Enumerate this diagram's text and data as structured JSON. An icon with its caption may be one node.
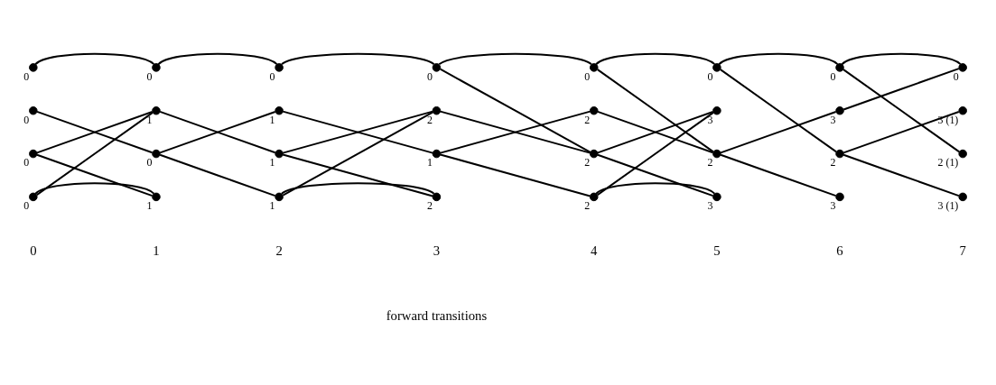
{
  "diagram": {
    "nodes": [
      {
        "text": [],
        "shape": "circle",
        "beside": [
          "0"
        ]
      },
      {
        "text": [],
        "shape": "circle",
        "beside": [
          "0"
        ]
      },
      {
        "text": [],
        "shape": "circle",
        "beside": [
          "0"
        ]
      },
      {
        "text": [],
        "shape": "circle",
        "beside": [
          "0"
        ]
      },
      {
        "text": [],
        "shape": "circle",
        "beside": [
          "0"
        ]
      },
      {
        "text": [],
        "shape": "circle",
        "beside": [
          "0"
        ]
      },
      {
        "text": [],
        "shape": "circle",
        "beside": [
          "0"
        ]
      },
      {
        "text": [],
        "shape": "circle",
        "beside": [
          "0"
        ]
      },
      {
        "text": [],
        "shape": "circle",
        "beside": [
          "0"
        ]
      },
      {
        "text": [],
        "shape": "circle",
        "beside": [
          "1"
        ]
      },
      {
        "text": [],
        "shape": "circle",
        "beside": [
          "1"
        ]
      },
      {
        "text": [],
        "shape": "circle",
        "beside": [
          "2"
        ]
      },
      {
        "text": [],
        "shape": "circle",
        "beside": [
          "2"
        ]
      },
      {
        "text": [],
        "shape": "circle",
        "beside": [
          "3"
        ]
      },
      {
        "text": [],
        "shape": "circle",
        "beside": [
          "3"
        ]
      },
      {
        "text": [],
        "shape": "circle",
        "beside": [
          "3 (1)"
        ]
      },
      {
        "text": [],
        "shape": "circle",
        "beside": [
          "0"
        ]
      },
      {
        "text": [],
        "shape": "circle",
        "beside": [
          "0"
        ]
      },
      {
        "text": [],
        "shape": "circle",
        "beside": [
          "1"
        ]
      },
      {
        "text": [],
        "shape": "circle",
        "beside": [
          "1"
        ]
      },
      {
        "text": [],
        "shape": "circle",
        "beside": [
          "2"
        ]
      },
      {
        "text": [],
        "shape": "circle",
        "beside": [
          "2"
        ]
      },
      {
        "text": [],
        "shape": "circle",
        "beside": [
          "2"
        ]
      },
      {
        "text": [],
        "shape": "circle",
        "beside": [
          "2 (1)"
        ]
      },
      {
        "text": [],
        "shape": "circle",
        "beside": [
          "0"
        ]
      },
      {
        "text": [],
        "shape": "circle",
        "beside": [
          "1"
        ]
      },
      {
        "text": [],
        "shape": "circle",
        "beside": [
          "1"
        ]
      },
      {
        "text": [],
        "shape": "circle",
        "beside": [
          "2"
        ]
      },
      {
        "text": [],
        "shape": "circle",
        "beside": [
          "2"
        ]
      },
      {
        "text": [],
        "shape": "circle",
        "beside": [
          "3"
        ]
      },
      {
        "text": [],
        "shape": "circle",
        "beside": [
          "3"
        ]
      },
      {
        "text": [],
        "shape": "circle",
        "beside": [
          "3 (1)"
        ]
      }
    ],
    "edges": [
      {
        "from": 0,
        "to": 1,
        "arrow": "none"
      },
      {
        "from": 1,
        "to": 2,
        "arrow": "none"
      },
      {
        "from": 2,
        "to": 3,
        "arrow": "none"
      },
      {
        "from": 3,
        "to": 4,
        "arrow": "none"
      },
      {
        "from": 4,
        "to": 5,
        "arrow": "none"
      },
      {
        "from": 5,
        "to": 6,
        "arrow": "none"
      },
      {
        "from": 6,
        "to": 7,
        "arrow": "none"
      },
      {
        "from": 8,
        "to": 17,
        "arrow": "none"
      },
      {
        "from": 16,
        "to": 9,
        "arrow": "none"
      },
      {
        "from": 16,
        "to": 25,
        "arrow": "none"
      },
      {
        "from": 24,
        "to": 9,
        "arrow": "none"
      },
      {
        "from": 24,
        "to": 25,
        "arrow": "none"
      },
      {
        "from": 9,
        "to": 18,
        "arrow": "none"
      },
      {
        "from": 17,
        "to": 10,
        "arrow": "none"
      },
      {
        "from": 17,
        "to": 26,
        "arrow": "none"
      },
      {
        "from": 10,
        "to": 19,
        "arrow": "none"
      },
      {
        "from": 18,
        "to": 11,
        "arrow": "none"
      },
      {
        "from": 18,
        "to": 27,
        "arrow": "none"
      },
      {
        "from": 26,
        "to": 11,
        "arrow": "none"
      },
      {
        "from": 26,
        "to": 27,
        "arrow": "none"
      },
      {
        "from": 3,
        "to": 20,
        "arrow": "none"
      },
      {
        "from": 11,
        "to": 20,
        "arrow": "none"
      },
      {
        "from": 19,
        "to": 12,
        "arrow": "none"
      },
      {
        "from": 19,
        "to": 28,
        "arrow": "none"
      },
      {
        "from": 4,
        "to": 21,
        "arrow": "none"
      },
      {
        "from": 12,
        "to": 21,
        "arrow": "none"
      },
      {
        "from": 20,
        "to": 13,
        "arrow": "none"
      },
      {
        "from": 20,
        "to": 29,
        "arrow": "none"
      },
      {
        "from": 28,
        "to": 13,
        "arrow": "none"
      },
      {
        "from": 28,
        "to": 29,
        "arrow": "none"
      },
      {
        "from": 5,
        "to": 22,
        "arrow": "none"
      },
      {
        "from": 21,
        "to": 14,
        "arrow": "none"
      },
      {
        "from": 21,
        "to": 30,
        "arrow": "none"
      },
      {
        "from": 6,
        "to": 23,
        "arrow": "none"
      },
      {
        "from": 14,
        "to": 7,
        "arrow": "none"
      },
      {
        "from": 22,
        "to": 15,
        "arrow": "none"
      },
      {
        "from": 22,
        "to": 31,
        "arrow": "none"
      }
    ],
    "labels": [
      "0",
      "1",
      "2",
      "3",
      "4",
      "5",
      "6",
      "7",
      "forward transitions"
    ]
  }
}
